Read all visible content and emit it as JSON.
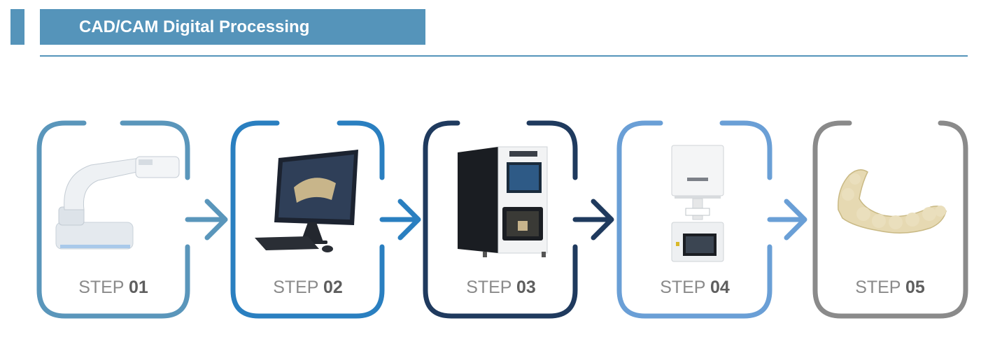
{
  "header": {
    "title": "CAD/CAM Digital Processing"
  },
  "steps": [
    {
      "prefix": "STEP",
      "number": "01",
      "color": "#5a96bb",
      "icon": "intraoral-scanner-icon"
    },
    {
      "prefix": "STEP",
      "number": "02",
      "color": "#2a7fc0",
      "icon": "cad-workstation-computer-icon"
    },
    {
      "prefix": "STEP",
      "number": "03",
      "color": "#1f3a5e",
      "icon": "milling-machine-icon"
    },
    {
      "prefix": "STEP",
      "number": "04",
      "color": "#6a9fd6",
      "icon": "sintering-furnace-icon"
    },
    {
      "prefix": "STEP",
      "number": "05",
      "color": "#8a8a8a",
      "icon": "dental-bridge-icon"
    }
  ],
  "colors": {
    "accent": "#5594ba",
    "step_label": "#8a8a8a",
    "step_number": "#5e5e5e"
  }
}
